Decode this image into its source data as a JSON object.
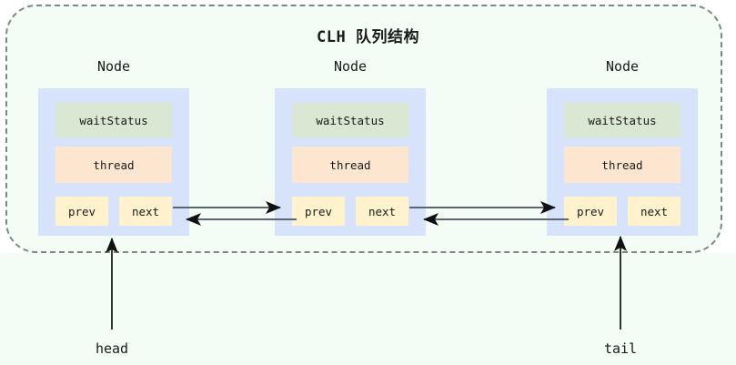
{
  "diagram": {
    "title": "CLH 队列结构",
    "background_color": "#f3fcf5",
    "border_color": "#7a8a80",
    "node_box_color": "#d7e3fa",
    "wait_status_color": "#d9e7d3",
    "thread_color": "#fce6d0",
    "pointer_color": "#fff2cc",
    "arrow_color": "#5a6670"
  },
  "nodes": [
    {
      "caption": "Node",
      "fields": {
        "wait_status": "waitStatus",
        "thread": "thread",
        "prev": "prev",
        "next": "next"
      }
    },
    {
      "caption": "Node",
      "fields": {
        "wait_status": "waitStatus",
        "thread": "thread",
        "prev": "prev",
        "next": "next"
      }
    },
    {
      "caption": "Node",
      "fields": {
        "wait_status": "waitStatus",
        "thread": "thread",
        "prev": "prev",
        "next": "next"
      }
    }
  ],
  "pointers": {
    "head": "head",
    "tail": "tail"
  }
}
